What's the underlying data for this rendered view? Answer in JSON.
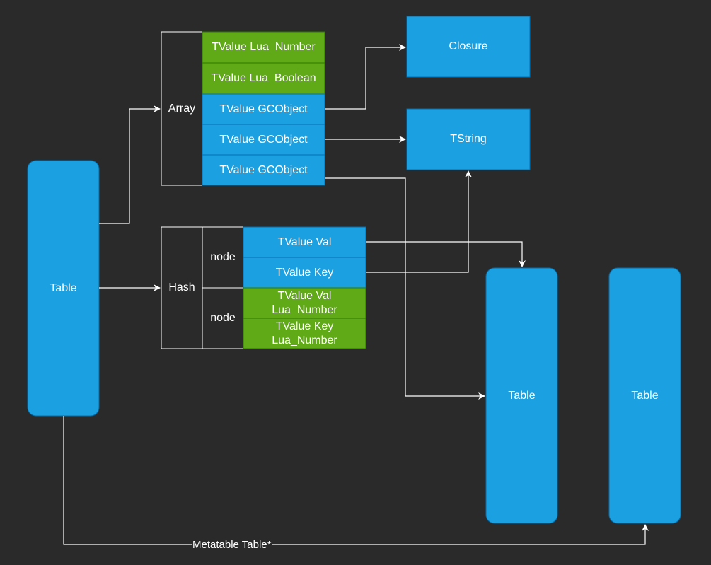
{
  "colors": {
    "background": "#2a2a2a",
    "blue_fill": "#1ba1e2",
    "blue_stroke": "#006eaf",
    "green_fill": "#60a917",
    "green_stroke": "#2d7600",
    "line": "#ffffff"
  },
  "nodes": {
    "main_table": "Table",
    "array": "Array",
    "hash": "Hash",
    "closure": "Closure",
    "tstring": "TString",
    "table_mid": "Table",
    "table_right": "Table",
    "node1": "node",
    "node2": "node"
  },
  "array_items": [
    "TValue Lua_Number",
    "TValue Lua_Boolean",
    "TValue GCObject",
    "TValue GCObject",
    "TValue GCObject"
  ],
  "hash_items": [
    "TValue Val",
    "TValue Key",
    "TValue Val\nLua_Number",
    "TValue Key\nLua_Number"
  ],
  "edges": {
    "metatable_label": "Metatable Table*"
  }
}
